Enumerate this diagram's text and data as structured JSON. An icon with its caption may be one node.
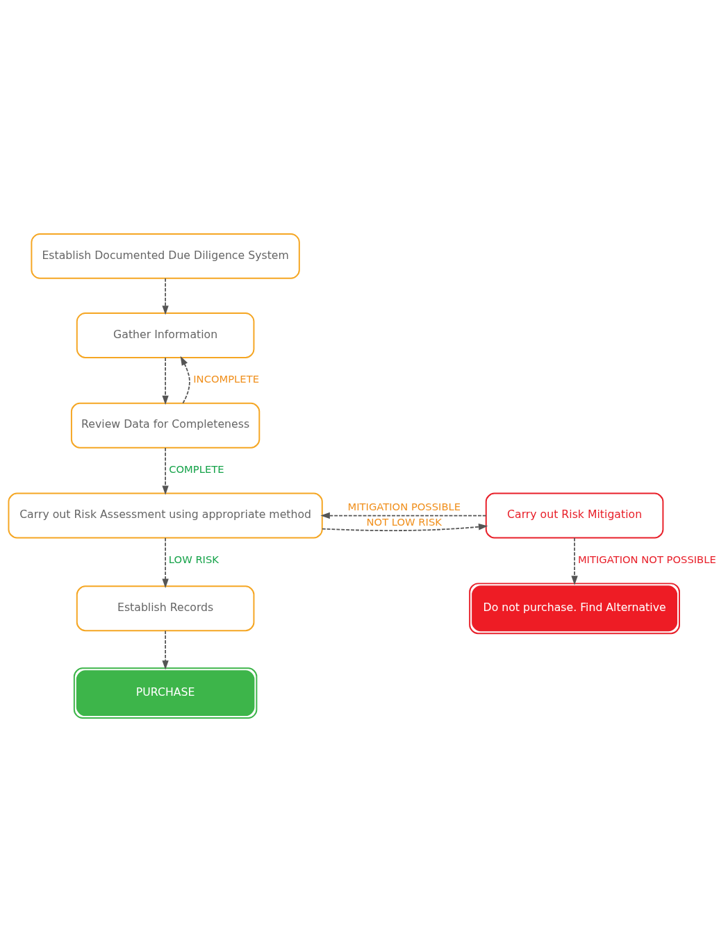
{
  "diagram": {
    "nodes": [
      {
        "text": [
          "Establish Documented Due Diligence System"
        ]
      },
      {
        "text": [
          "Gather Information"
        ]
      },
      {
        "text": [
          "Review Data for Completeness"
        ]
      },
      {
        "text": [
          "Carry out Risk Assessment using appropriate method"
        ]
      },
      {
        "text": [
          "Carry out Risk Mitigation"
        ]
      },
      {
        "text": [
          "Establish Records"
        ]
      },
      {
        "text": [
          "Do not purchase. Find Alternative"
        ]
      },
      {
        "text": [
          "PURCHASE"
        ]
      }
    ],
    "edges": [
      {
        "from": 0,
        "to": 1,
        "arrow": "to",
        "style": "dashed"
      },
      {
        "from": 1,
        "to": 2,
        "arrow": "to",
        "style": "dashed"
      },
      {
        "from": 2,
        "to": 1,
        "arrow": "to",
        "style": "dashed",
        "label": "INCOMPLETE"
      },
      {
        "from": 2,
        "to": 3,
        "arrow": "to",
        "style": "dashed",
        "label": "COMPLETE"
      },
      {
        "from": 4,
        "to": 3,
        "arrow": "to",
        "style": "dashed",
        "label": "MITIGATION POSSIBLE"
      },
      {
        "from": 3,
        "to": 4,
        "arrow": "to",
        "style": "dashed",
        "label": "NOT LOW RISK"
      },
      {
        "from": 3,
        "to": 5,
        "arrow": "to",
        "style": "dashed",
        "label": "LOW RISK"
      },
      {
        "from": 4,
        "to": 6,
        "arrow": "to",
        "style": "dashed",
        "label": "MITIGATION NOT POSSIBLE"
      },
      {
        "from": 5,
        "to": 7,
        "arrow": "to",
        "style": "dashed"
      }
    ]
  }
}
